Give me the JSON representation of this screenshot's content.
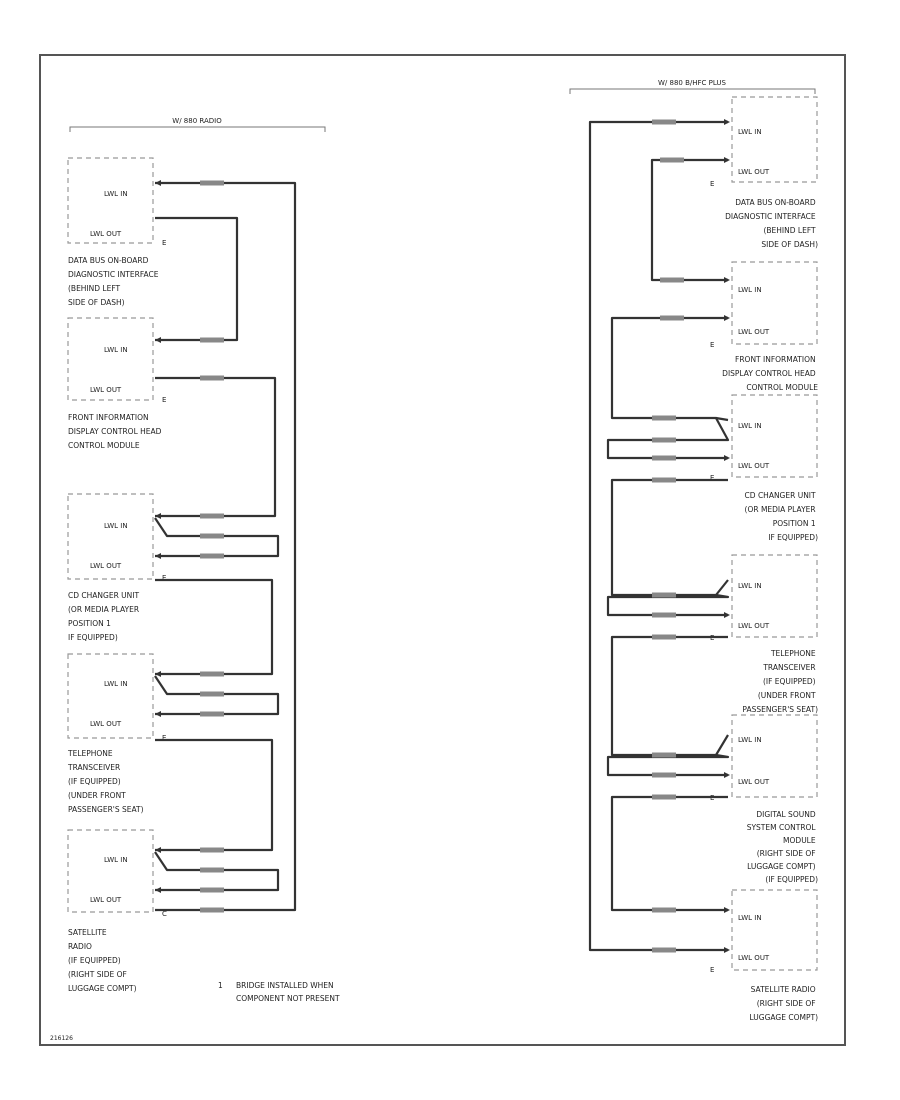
{
  "left": {
    "header": "W/ 880 RADIO",
    "modules": [
      {
        "id": "l-dbobd",
        "pins": [
          "LWL IN",
          "LWL OUT"
        ],
        "label": [
          "DATA BUS ON-BOARD",
          "DIAGNOSTIC INTERFACE",
          "(BEHIND LEFT",
          "SIDE OF DASH)"
        ]
      },
      {
        "id": "l-fidc",
        "pins": [
          "LWL IN",
          "LWL OUT"
        ],
        "label": [
          "FRONT INFORMATION",
          "DISPLAY CONTROL HEAD",
          "CONTROL MODULE"
        ]
      },
      {
        "id": "l-cd",
        "pins": [
          "LWL IN",
          "LWL OUT"
        ],
        "label": [
          "CD CHANGER UNIT",
          "(OR MEDIA PLAYER",
          "POSITION 1",
          "IF EQUIPPED)"
        ]
      },
      {
        "id": "l-tel",
        "pins": [
          "LWL IN",
          "LWL OUT"
        ],
        "label": [
          "TELEPHONE",
          "TRANSCEIVER",
          "(IF EQUIPPED)",
          "(UNDER FRONT",
          "PASSENGER'S SEAT)"
        ]
      },
      {
        "id": "l-sat",
        "pins": [
          "LWL IN",
          "LWL OUT"
        ],
        "label": [
          "SATELLITE",
          "RADIO",
          "(IF EQUIPPED)",
          "(RIGHT SIDE OF",
          "LUGGAGE COMPT)"
        ]
      }
    ]
  },
  "right": {
    "header": "W/ 880 B/HFC PLUS",
    "modules": [
      {
        "id": "r-dbobd",
        "pins": [
          "LWL IN",
          "LWL OUT"
        ],
        "label": [
          "DATA BUS ON-BOARD",
          "DIAGNOSTIC INTERFACE",
          "(BEHIND LEFT",
          "SIDE OF DASH)"
        ]
      },
      {
        "id": "r-fidc",
        "pins": [
          "LWL IN",
          "LWL OUT"
        ],
        "label": [
          "FRONT INFORMATION",
          "DISPLAY CONTROL HEAD",
          "CONTROL MODULE"
        ]
      },
      {
        "id": "r-cd",
        "pins": [
          "LWL IN",
          "LWL OUT"
        ],
        "label": [
          "CD CHANGER UNIT",
          "(OR MEDIA PLAYER",
          "POSITION 1",
          "IF EQUIPPED)"
        ]
      },
      {
        "id": "r-tel",
        "pins": [
          "LWL IN",
          "LWL OUT"
        ],
        "label": [
          "TELEPHONE",
          "TRANSCEIVER",
          "(IF EQUIPPED)",
          "(UNDER FRONT",
          "PASSENGER'S SEAT)"
        ]
      },
      {
        "id": "r-dsscm",
        "pins": [
          "LWL IN",
          "LWL OUT"
        ],
        "label": [
          "DIGITAL SOUND",
          "SYSTEM CONTROL",
          "MODULE",
          "(RIGHT SIDE OF",
          "LUGGAGE COMPT)",
          "(IF EQUIPPED)"
        ]
      },
      {
        "id": "r-sat",
        "pins": [
          "LWL IN",
          "LWL OUT"
        ],
        "label": [
          "SATELLITE RADIO",
          "(RIGHT SIDE OF",
          "LUGGAGE COMPT)"
        ]
      }
    ]
  },
  "pin_marker": "E",
  "bridge_marker": "C",
  "note": {
    "symbol": "1",
    "lines": [
      "BRIDGE INSTALLED WHEN",
      "COMPONENT NOT PRESENT"
    ]
  },
  "figure_id": "216126"
}
